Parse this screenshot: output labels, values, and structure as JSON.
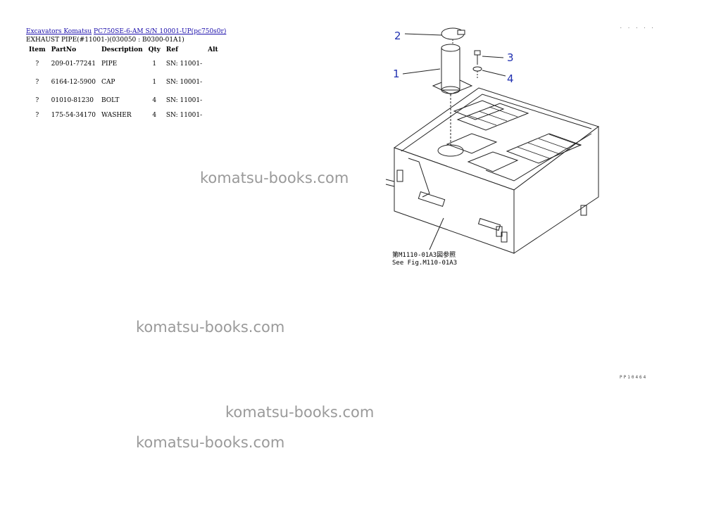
{
  "breadcrumb": {
    "link1": "Excavators Komatsu",
    "link2": "PC750SE-6-AM S/N 10001-UP(pc750s0r)"
  },
  "subtitle": "EXHAUST PIPE(#11001-)(030050 : B0300-01A1)",
  "table": {
    "headers": [
      "Item",
      "PartNo",
      "Description",
      "Qty",
      "Ref",
      "Alt"
    ],
    "rows": [
      {
        "item": "?",
        "partno": "209-01-77241",
        "description": "PIPE",
        "qty": "1",
        "ref": "SN: 11001-",
        "alt": ""
      },
      {
        "item": "?",
        "partno": "6164-12-5900",
        "description": "CAP",
        "qty": "1",
        "ref": "SN: 10001-",
        "alt": ""
      },
      {
        "item": "?",
        "partno": "01010-81230",
        "description": "BOLT",
        "qty": "4",
        "ref": "SN: 11001-",
        "alt": ""
      },
      {
        "item": "?",
        "partno": "175-54-34170",
        "description": "WASHER",
        "qty": "4",
        "ref": "SN: 11001-",
        "alt": ""
      }
    ]
  },
  "watermark": "komatsu-books.com",
  "diagram": {
    "callouts": [
      "1",
      "2",
      "3",
      "4"
    ],
    "note_line1": "第M1110-01A3図参照",
    "note_line2": "See Fig.M110-01A3",
    "top_mark": ". . . . .",
    "bottom_mark": "PP10464",
    "line_color": "#222222",
    "callout_color": "#2030b0"
  }
}
